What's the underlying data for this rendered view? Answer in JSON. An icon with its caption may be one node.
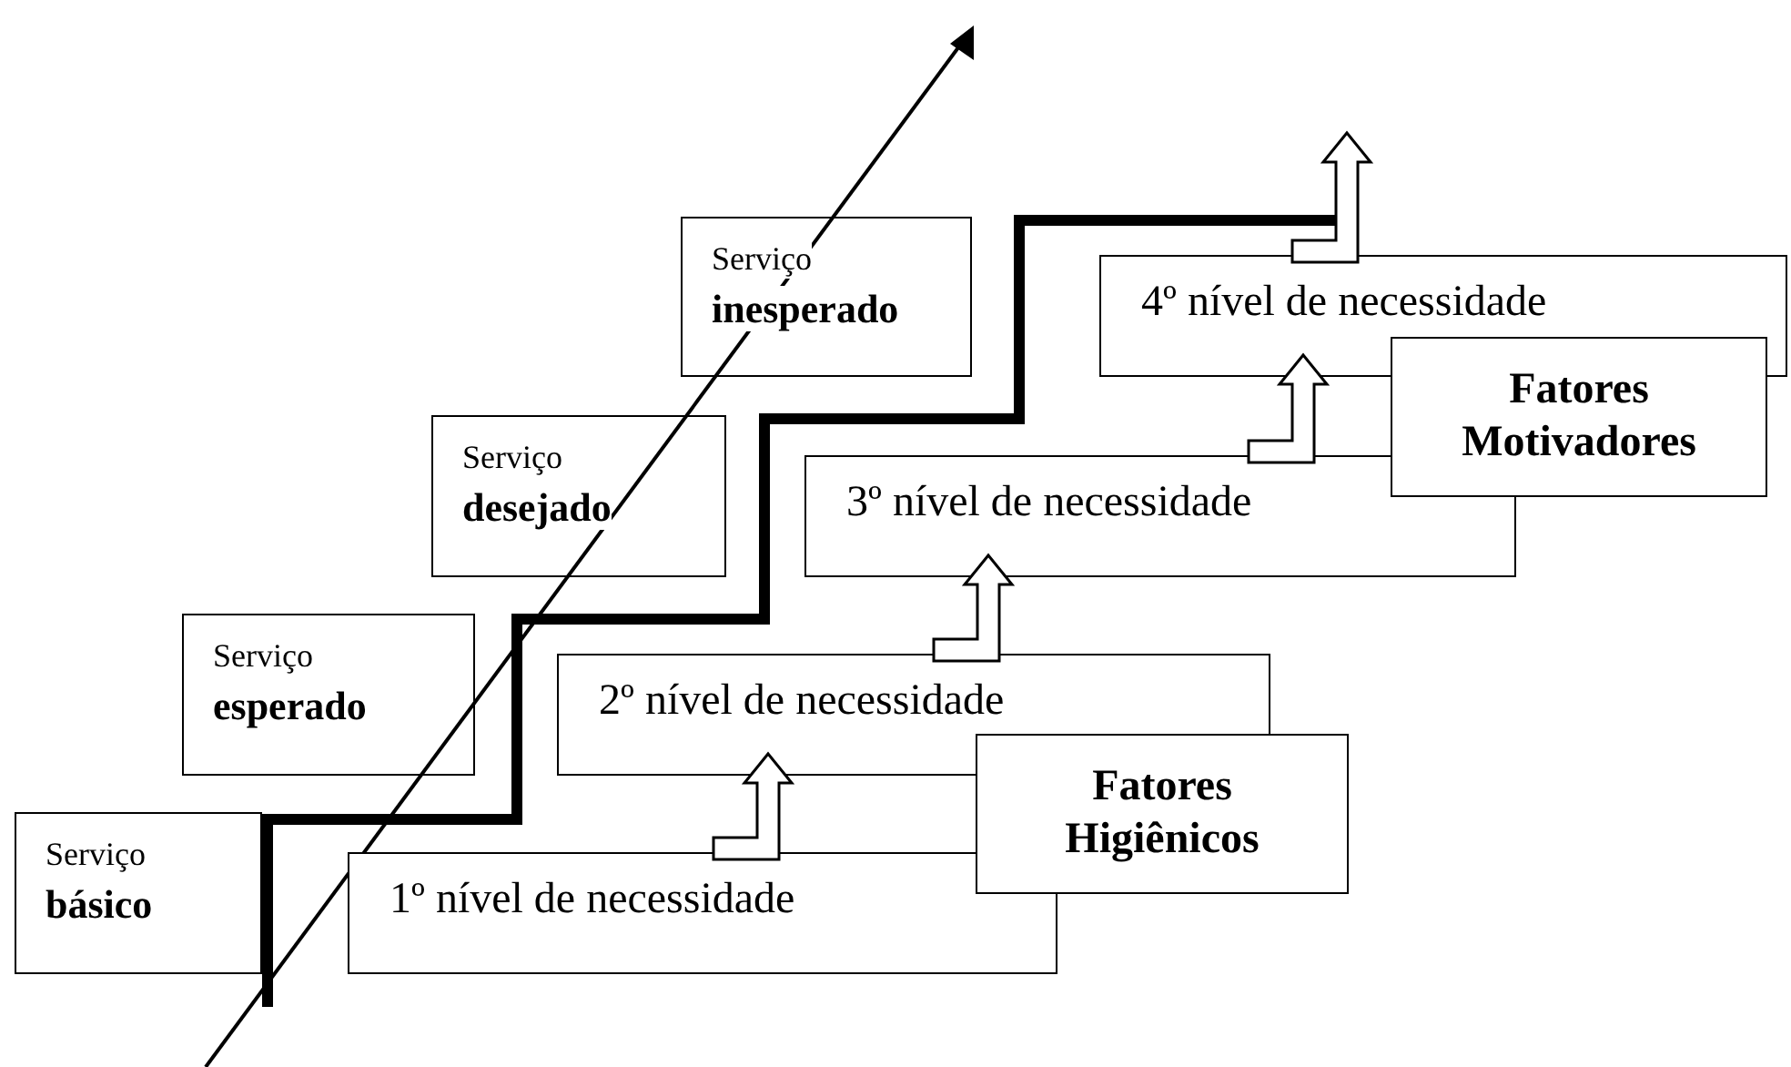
{
  "diagram": {
    "nodes": [
      {
        "text": [
          "Serviço",
          "básico"
        ]
      },
      {
        "text": [
          "Serviço",
          "esperado"
        ]
      },
      {
        "text": [
          "Serviço",
          "desejado"
        ]
      },
      {
        "text": [
          "Serviço",
          "inesperado"
        ]
      },
      {
        "text": [
          "1º nível de necessidade"
        ]
      },
      {
        "text": [
          "2º nível de necessidade"
        ]
      },
      {
        "text": [
          "3º nível de necessidade"
        ]
      },
      {
        "text": [
          "4º nível de necessidade"
        ]
      },
      {
        "text": [
          "Fatores Higiênicos"
        ]
      },
      {
        "text": [
          "Fatores Motivadores"
        ]
      }
    ],
    "edges": [
      {
        "from": 4,
        "to": 5,
        "arrow": "to"
      },
      {
        "from": 5,
        "to": 6,
        "arrow": "to"
      },
      {
        "from": 6,
        "to": 7,
        "arrow": "to"
      },
      {
        "from": 7,
        "to": null,
        "arrow": "to"
      }
    ]
  }
}
